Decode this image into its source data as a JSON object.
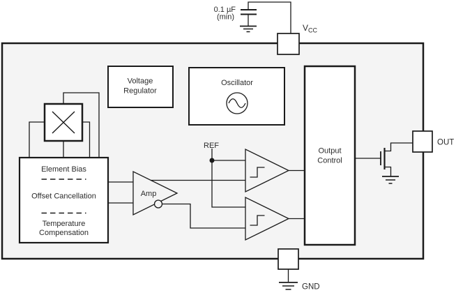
{
  "bypass_cap": {
    "value": "0.1 µF",
    "qualifier": "(min)"
  },
  "pins": {
    "vcc": {
      "label": "V",
      "sub": "CC"
    },
    "out": {
      "label": "OUT"
    },
    "gnd": {
      "label": "GND"
    }
  },
  "nets": {
    "ref": "REF"
  },
  "blocks": {
    "voltage_regulator": {
      "line1": "Voltage",
      "line2": "Regulator"
    },
    "oscillator": {
      "label": "Oscillator"
    },
    "signal_conditioning": {
      "row1": "Element Bias",
      "row2": "Offset Cancellation",
      "row3_line1": "Temperature",
      "row3_line2": "Compensation"
    },
    "amp": {
      "label": "Amp"
    },
    "output_control": {
      "line1": "Output",
      "line2": "Control"
    }
  },
  "icons": {
    "hall_element": "hall-element-x-icon",
    "oscillator_wave": "sine-wave-icon",
    "comparators": "schmitt-trigger-hysteresis-icon",
    "transistor": "nmos-transistor-icon",
    "capacitor": "capacitor-icon",
    "grounds": "ground-icon"
  },
  "colors": {
    "line": "#1a1a1a",
    "chip_fill": "#f4f4f4",
    "box_fill": "#ffffff",
    "text": "#2b2b2b",
    "page_bg": "#ffffff"
  }
}
